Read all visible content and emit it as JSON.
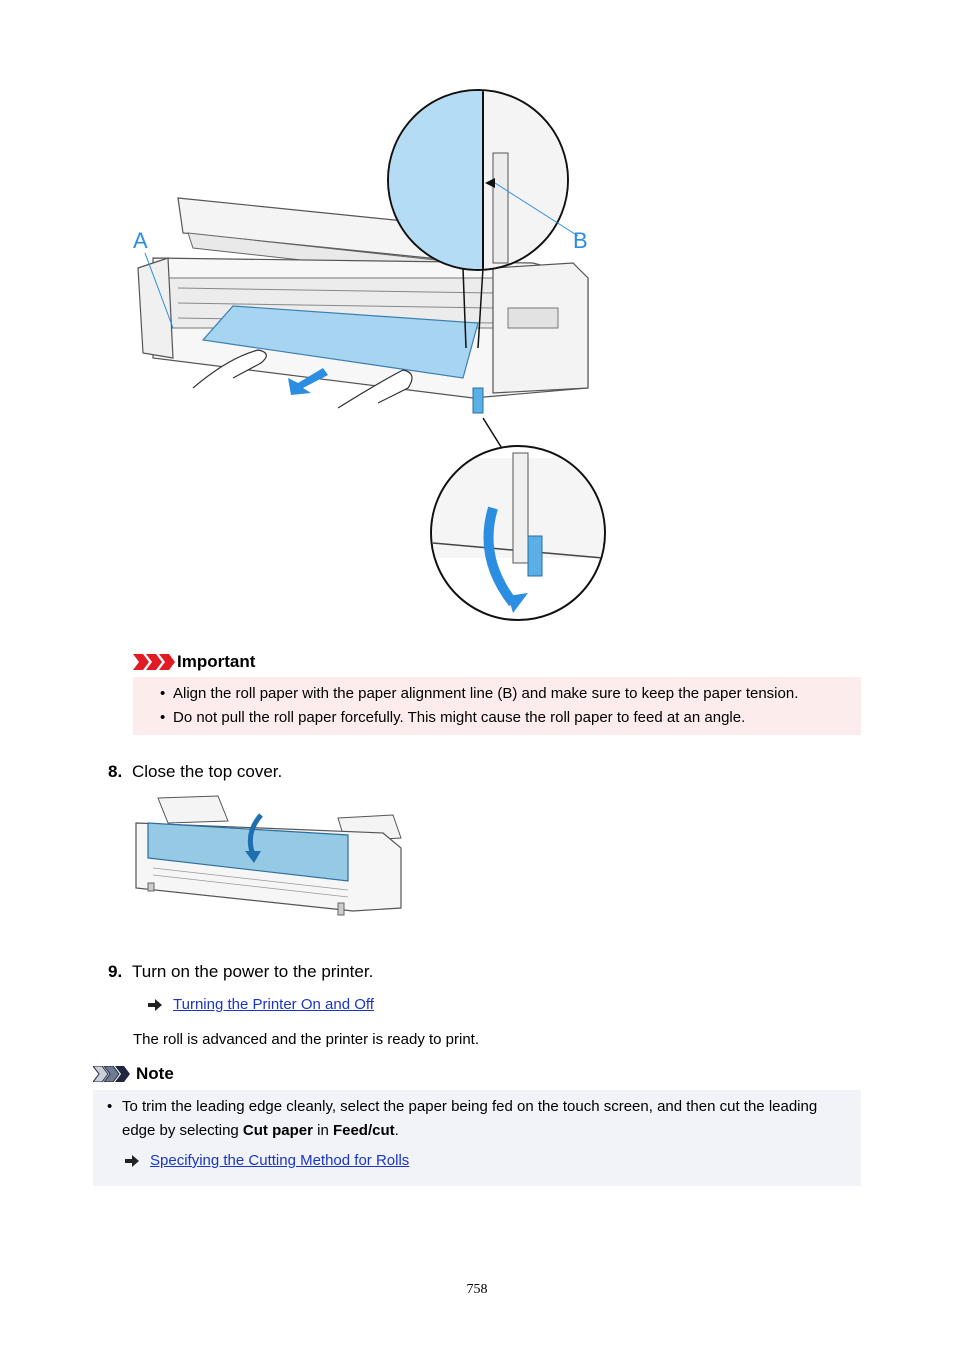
{
  "figure1": {
    "label_a": "A",
    "label_b": "B"
  },
  "important": {
    "title": "Important",
    "items": [
      "Align the roll paper with the paper alignment line (B) and make sure to keep the paper tension.",
      "Do not pull the roll paper forcefully. This might cause the roll paper to feed at an angle."
    ]
  },
  "steps": {
    "step8": {
      "number": "8.",
      "text": "Close the top cover."
    },
    "step9": {
      "number": "9.",
      "text": "Turn on the power to the printer."
    }
  },
  "links": {
    "power": "Turning the Printer On and Off",
    "cutting": "Specifying the Cutting Method for Rolls"
  },
  "body_text": "The roll is advanced and the printer is ready to print.",
  "note": {
    "title": "Note",
    "text_before": "To trim the leading edge cleanly, select the paper being fed on the touch screen, and then cut the leading edge by selecting ",
    "bold1": "Cut paper",
    "text_mid": " in ",
    "bold2": "Feed/cut",
    "text_after": "."
  },
  "page_number": "758"
}
